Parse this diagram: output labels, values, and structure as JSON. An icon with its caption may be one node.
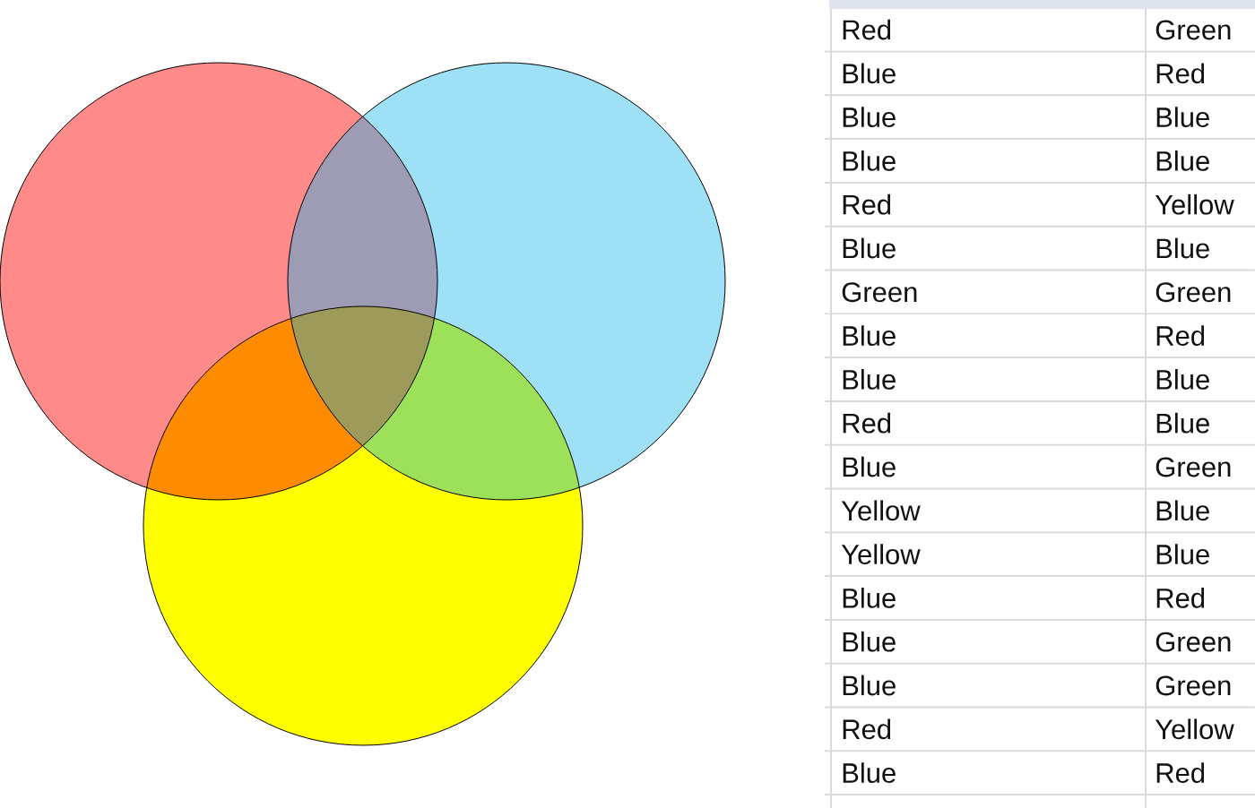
{
  "diagram": {
    "nodes": [
      {
        "text": [],
        "shape": "circle"
      },
      {
        "text": [],
        "shape": "circle"
      },
      {
        "text": [],
        "shape": "circle"
      }
    ],
    "labels": [
      "Red",
      "Green",
      "Blue",
      "Red",
      "Blue",
      "Blue",
      "Blue",
      "Blue",
      "Red",
      "Yellow",
      "Blue",
      "Blue",
      "Green",
      "Green",
      "Blue",
      "Red",
      "Blue",
      "Blue",
      "Red",
      "Blue",
      "Blue",
      "Green",
      "Yellow",
      "Blue",
      "Yellow",
      "Blue",
      "Blue",
      "Red",
      "Blue",
      "Green",
      "Blue",
      "Green",
      "Red",
      "Yellow",
      "Blue",
      "Red"
    ]
  }
}
